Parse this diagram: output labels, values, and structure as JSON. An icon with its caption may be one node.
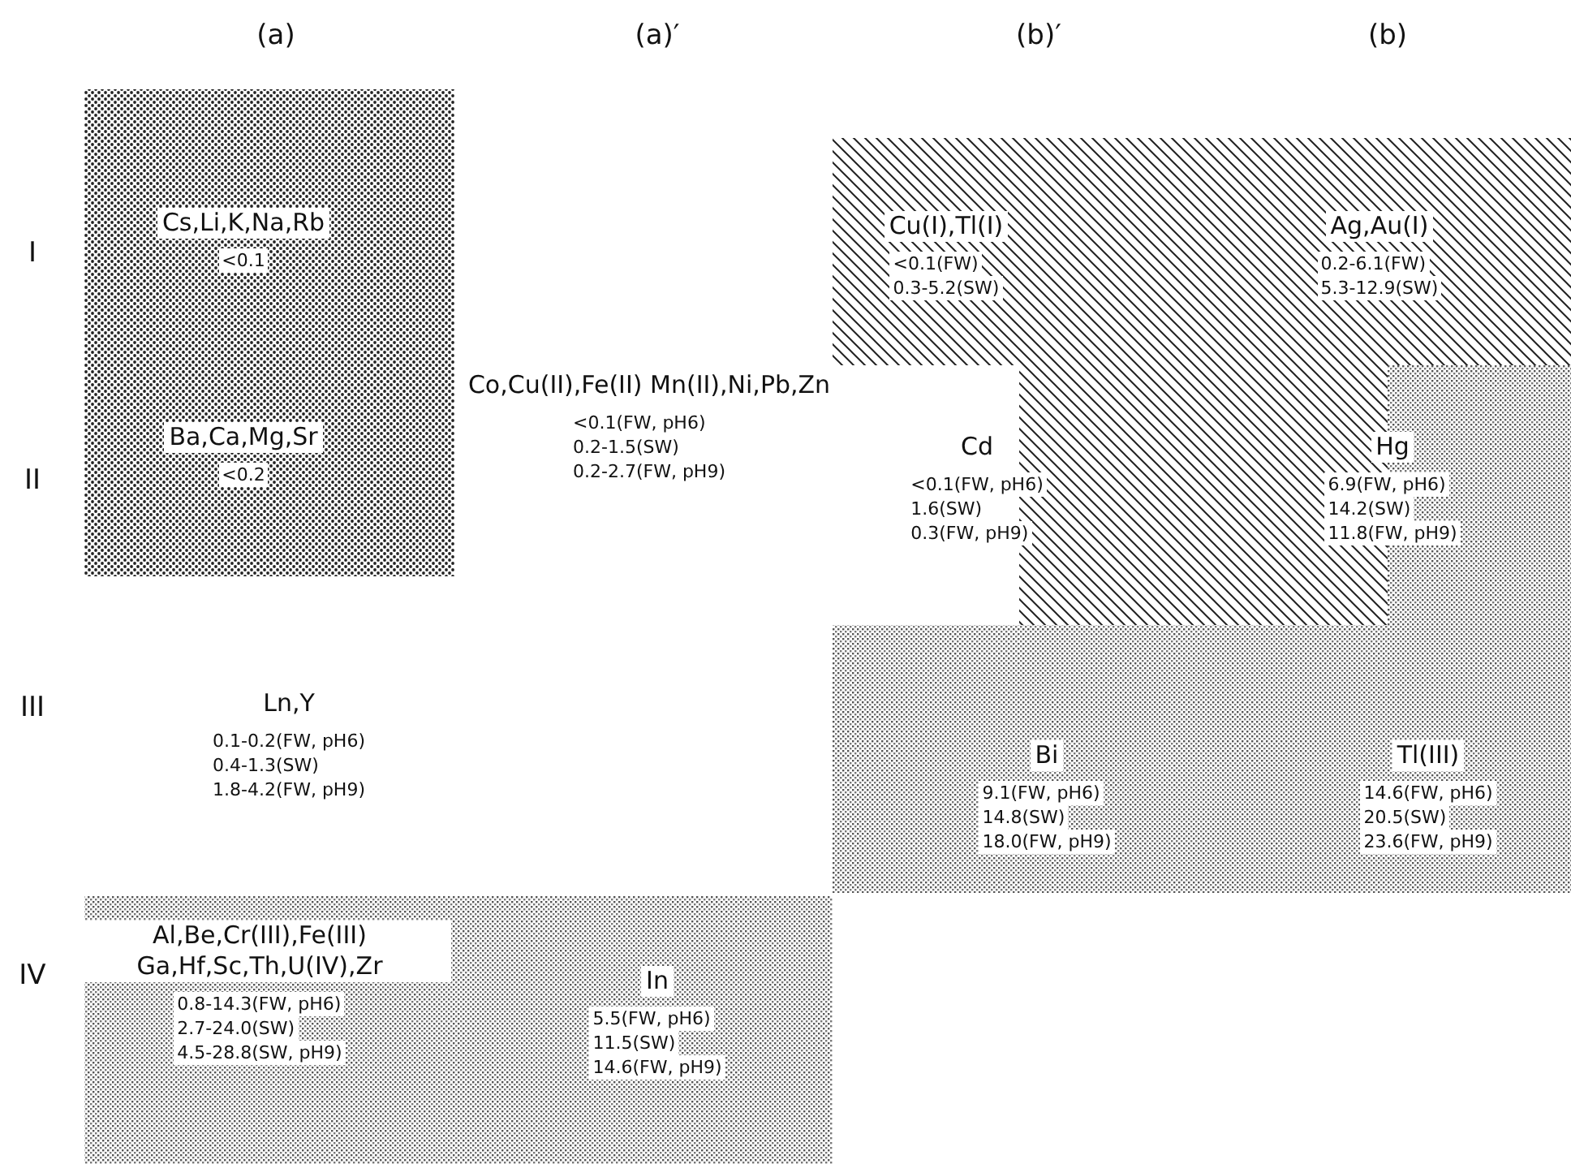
{
  "diagram": {
    "nodes": [
      {
        "text": [
          "Cs,Li,K,Na,Rb",
          "<0.1"
        ]
      },
      {
        "text": [
          "Cu(I),Tl(I)",
          "<0.1(FW)",
          "0.3-5.2(SW)"
        ]
      },
      {
        "text": [
          "Ag,Au(I)",
          "0.2-6.1(FW)",
          "5.3-12.9(SW)"
        ]
      },
      {
        "text": [
          "Ba,Ca,Mg,Sr",
          "<0.2"
        ]
      },
      {
        "text": [
          "Co,Cu(II),Fe(II) Mn(II),Ni,Pb,Zn",
          "<0.1(FW, pH6)",
          "0.2-1.5(SW)",
          "0.2-2.7(FW, pH9)"
        ]
      },
      {
        "text": [
          "Cd",
          "<0.1(FW, pH6)",
          "1.6(SW)",
          "0.3(FW, pH9)"
        ]
      },
      {
        "text": [
          "Hg",
          "6.9(FW, pH6)",
          "14.2(SW)",
          "11.8(FW, pH9)"
        ]
      },
      {
        "text": [
          "Ln,Y",
          "0.1-0.2(FW, pH6)",
          "0.4-1.3(SW)",
          "1.8-4.2(FW, pH9)"
        ]
      },
      {
        "text": [
          "Bi",
          "9.1(FW, pH6)",
          "14.8(SW)",
          "18.0(FW, pH9)"
        ]
      },
      {
        "text": [
          "Tl(III)",
          "14.6(FW, pH6)",
          "20.5(SW)",
          "23.6(FW, pH9)"
        ]
      },
      {
        "text": [
          "Al,Be,Cr(III),Fe(III) Ga,Hf,Sc,Th,U(IV),Zr",
          "0.8-14.3(FW, pH6)",
          "2.7-24.0(SW)",
          "4.5-28.8(SW, pH9)"
        ]
      },
      {
        "text": [
          "In",
          "5.5(FW, pH6)",
          "11.5(SW)",
          "14.6(FW, pH9)"
        ]
      }
    ],
    "labels": [
      "(a)",
      "(a)′",
      "(b)′",
      "(b)",
      "I",
      "II",
      "III",
      "IV"
    ]
  }
}
